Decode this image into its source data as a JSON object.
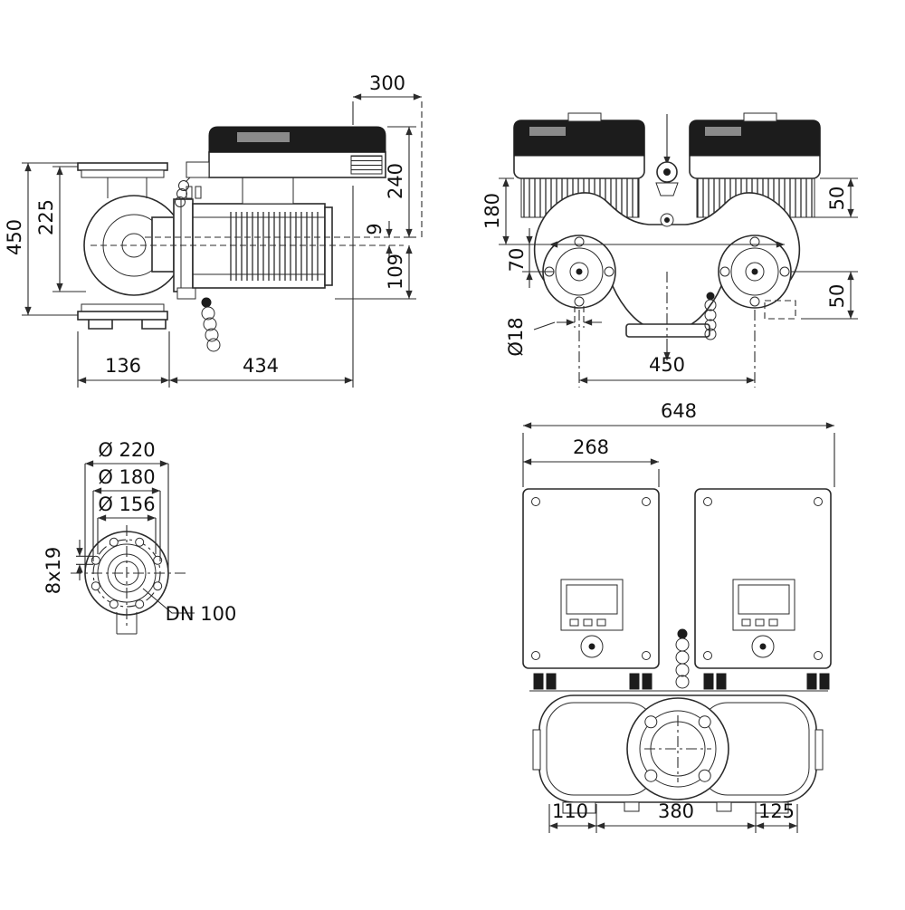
{
  "drawing": {
    "title": "pump-dimensional-drawing",
    "colors": {
      "line": "#2b2b2b",
      "dark_fill": "#1c1c1c",
      "background": "#ffffff"
    },
    "side_view": {
      "d300": "300",
      "d240": "240",
      "d225": "225",
      "d450": "450",
      "d9": "9",
      "d109": "109",
      "d136": "136",
      "d434": "434"
    },
    "front_view": {
      "d50_top": "50",
      "d180": "180",
      "d70": "70",
      "d50_mid": "50",
      "d18": "Ø18",
      "d450": "450"
    },
    "flange_view": {
      "d220": "Ø 220",
      "d180": "Ø 180",
      "d156": "Ø 156",
      "d8x19": "8x19",
      "dn": "DN 100"
    },
    "top_view": {
      "d648": "648",
      "d268": "268",
      "d110": "110",
      "d380": "380",
      "d125": "125"
    }
  }
}
